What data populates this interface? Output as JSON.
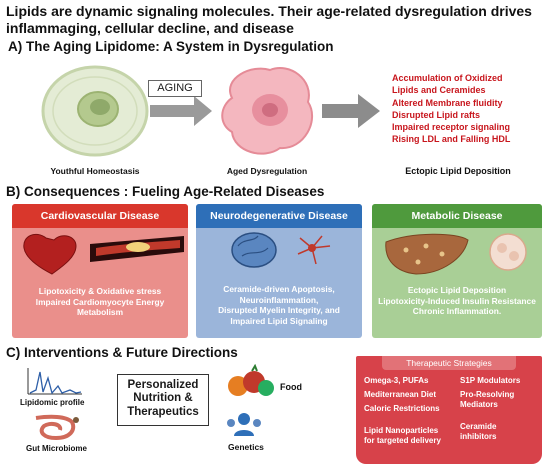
{
  "title": "Lipids are dynamic signaling molecules. Their age-related dysregulation drives inflammaging, cellular decline, and disease",
  "section_a": {
    "heading": "A) The Aging Lipidome: A System in Dysregulation",
    "youthful_label": "Youthful Homeostasis",
    "aging_label": "AGING",
    "aged_label": "Aged Dysregulation",
    "ectopic_label": "Ectopic Lipid Deposition",
    "effects": [
      "Accumulation of Oxidized",
      "Lipids and Ceramides",
      "Altered Membrane fluidity",
      "Disrupted Lipid rafts",
      "Impaired receptor signaling",
      "Rising LDL and Falling HDL"
    ],
    "colors": {
      "accent_red": "#c8161d",
      "arrow_gray": "#9a9a9a"
    }
  },
  "section_b": {
    "heading": "B) Consequences : Fueling Age-Related Diseases",
    "panels": [
      {
        "title": "Cardiovascular Disease",
        "lines": [
          "Lipotoxicity & Oxidative stress",
          "Impaired Cardiomyocyte Energy",
          "Metabolism"
        ],
        "head_color": "#d9372c",
        "body_color": "#ea8f8b"
      },
      {
        "title": "Neurodegenerative Disease",
        "lines": [
          "Ceramide-driven Apoptosis,",
          "Neuroinflammation,",
          "Disrupted Myelin Integrity, and",
          "Impaired Lipid Signaling"
        ],
        "head_color": "#2e6fb8",
        "body_color": "#9bb5da"
      },
      {
        "title": "Metabolic Disease",
        "lines": [
          "Ectopic Lipid Deposition",
          "Lipotoxicity-Induced Insulin Resistance",
          "Chronic Inflammation."
        ],
        "head_color": "#4f9a3d",
        "body_color": "#a9cf96"
      }
    ]
  },
  "section_c": {
    "heading": "C) Interventions & Future Directions",
    "lipidomic_label": "Lipidomic profile",
    "gut_label": "Gut Microbiome",
    "center_box": [
      "Personalized",
      "Nutrition &",
      "Therapeutics"
    ],
    "food_label": "Food",
    "genetics_label": "Genetics",
    "therapeutic": {
      "title": "Therapeutic Strategies",
      "left_items": [
        "Omega-3, PUFAs",
        "Mediterranean Diet",
        "Caloric Restrictions",
        "",
        "Lipid Nanoparticles",
        "for targeted delivery"
      ],
      "right_items": [
        "S1P Modulators",
        "Pro-Resolving",
        "Mediators",
        "",
        "Ceramide",
        "inhibitors"
      ],
      "colors": {
        "body": "#d7424a",
        "head": "#e27277"
      }
    }
  }
}
